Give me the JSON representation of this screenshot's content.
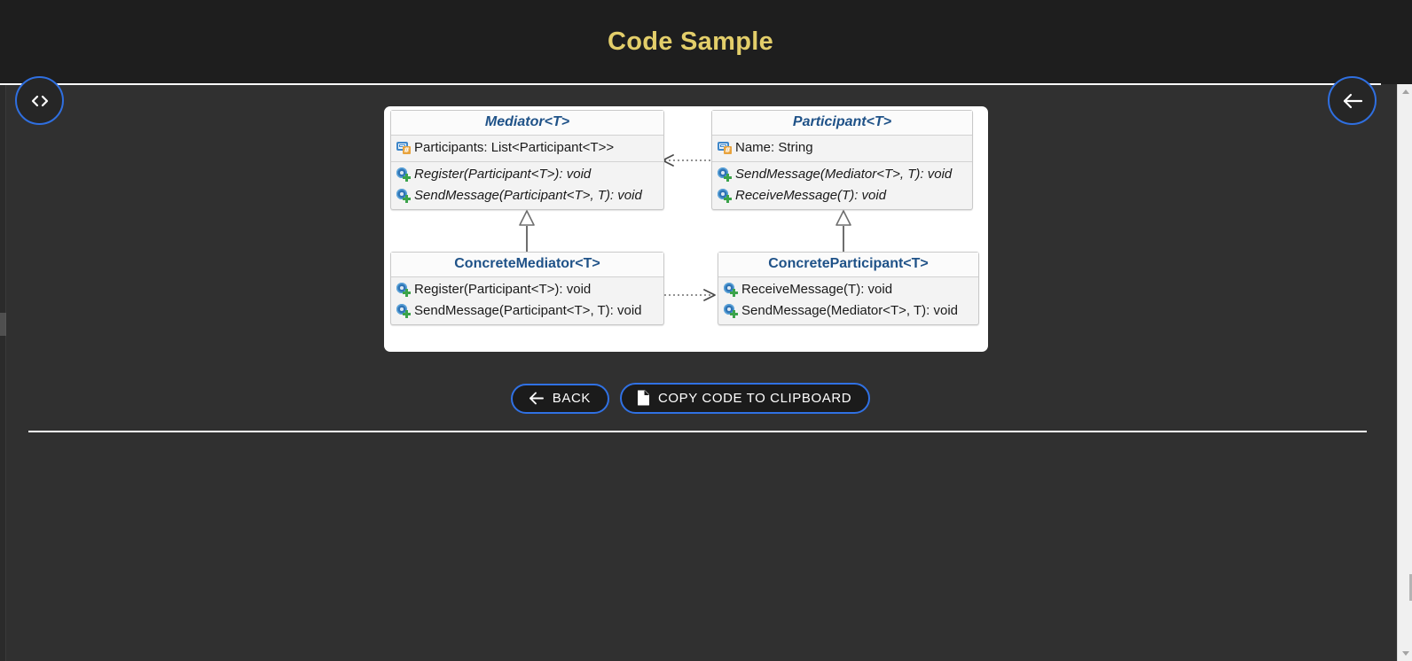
{
  "header": {
    "title": "Code Sample",
    "accent_color": "#e3ce6a",
    "background_color": "#1e1e1e"
  },
  "fab_buttons": [
    {
      "name": "code-toggle",
      "icon": "code-icon",
      "label": "<>"
    },
    {
      "name": "back-arrow",
      "icon": "arrow-left-icon",
      "label": "←"
    }
  ],
  "diagram": {
    "type": "uml-class-diagram",
    "pattern": "Mediator",
    "classes": [
      {
        "id": "mediator",
        "name": "Mediator<T>",
        "abstract": true,
        "properties": [
          {
            "icon": "property-icon",
            "text": "Participants: List<Participant<T>>"
          }
        ],
        "methods": [
          {
            "icon": "method-icon",
            "text": "Register(Participant<T>): void"
          },
          {
            "icon": "method-icon",
            "text": "SendMessage(Participant<T>, T): void"
          }
        ]
      },
      {
        "id": "participant",
        "name": "Participant<T>",
        "abstract": true,
        "properties": [
          {
            "icon": "property-icon",
            "text": "Name: String"
          }
        ],
        "methods": [
          {
            "icon": "method-icon",
            "text": "SendMessage(Mediator<T>, T): void"
          },
          {
            "icon": "method-icon",
            "text": "ReceiveMessage(T): void"
          }
        ]
      },
      {
        "id": "concrete-mediator",
        "name": "ConcreteMediator<T>",
        "abstract": false,
        "properties": [],
        "methods": [
          {
            "icon": "method-icon",
            "text": "Register(Participant<T>): void"
          },
          {
            "icon": "method-icon",
            "text": "SendMessage(Participant<T>, T): void"
          }
        ]
      },
      {
        "id": "concrete-participant",
        "name": "ConcreteParticipant<T>",
        "abstract": false,
        "properties": [],
        "methods": [
          {
            "icon": "method-icon",
            "text": "ReceiveMessage(T): void"
          },
          {
            "icon": "method-icon",
            "text": "SendMessage(Mediator<T>, T): void"
          }
        ]
      }
    ],
    "relations": [
      {
        "from": "participant",
        "to": "mediator",
        "type": "dependency-dotted-arrow"
      },
      {
        "from": "concrete-mediator",
        "to": "concrete-participant",
        "type": "dependency-dotted-arrow"
      },
      {
        "from": "concrete-mediator",
        "to": "mediator",
        "type": "inheritance-hollow-triangle"
      },
      {
        "from": "concrete-participant",
        "to": "participant",
        "type": "inheritance-hollow-triangle"
      }
    ]
  },
  "actions": {
    "back_label": "BACK",
    "copy_label": "COPY CODE TO CLIPBOARD",
    "border_color": "#3071e4"
  }
}
